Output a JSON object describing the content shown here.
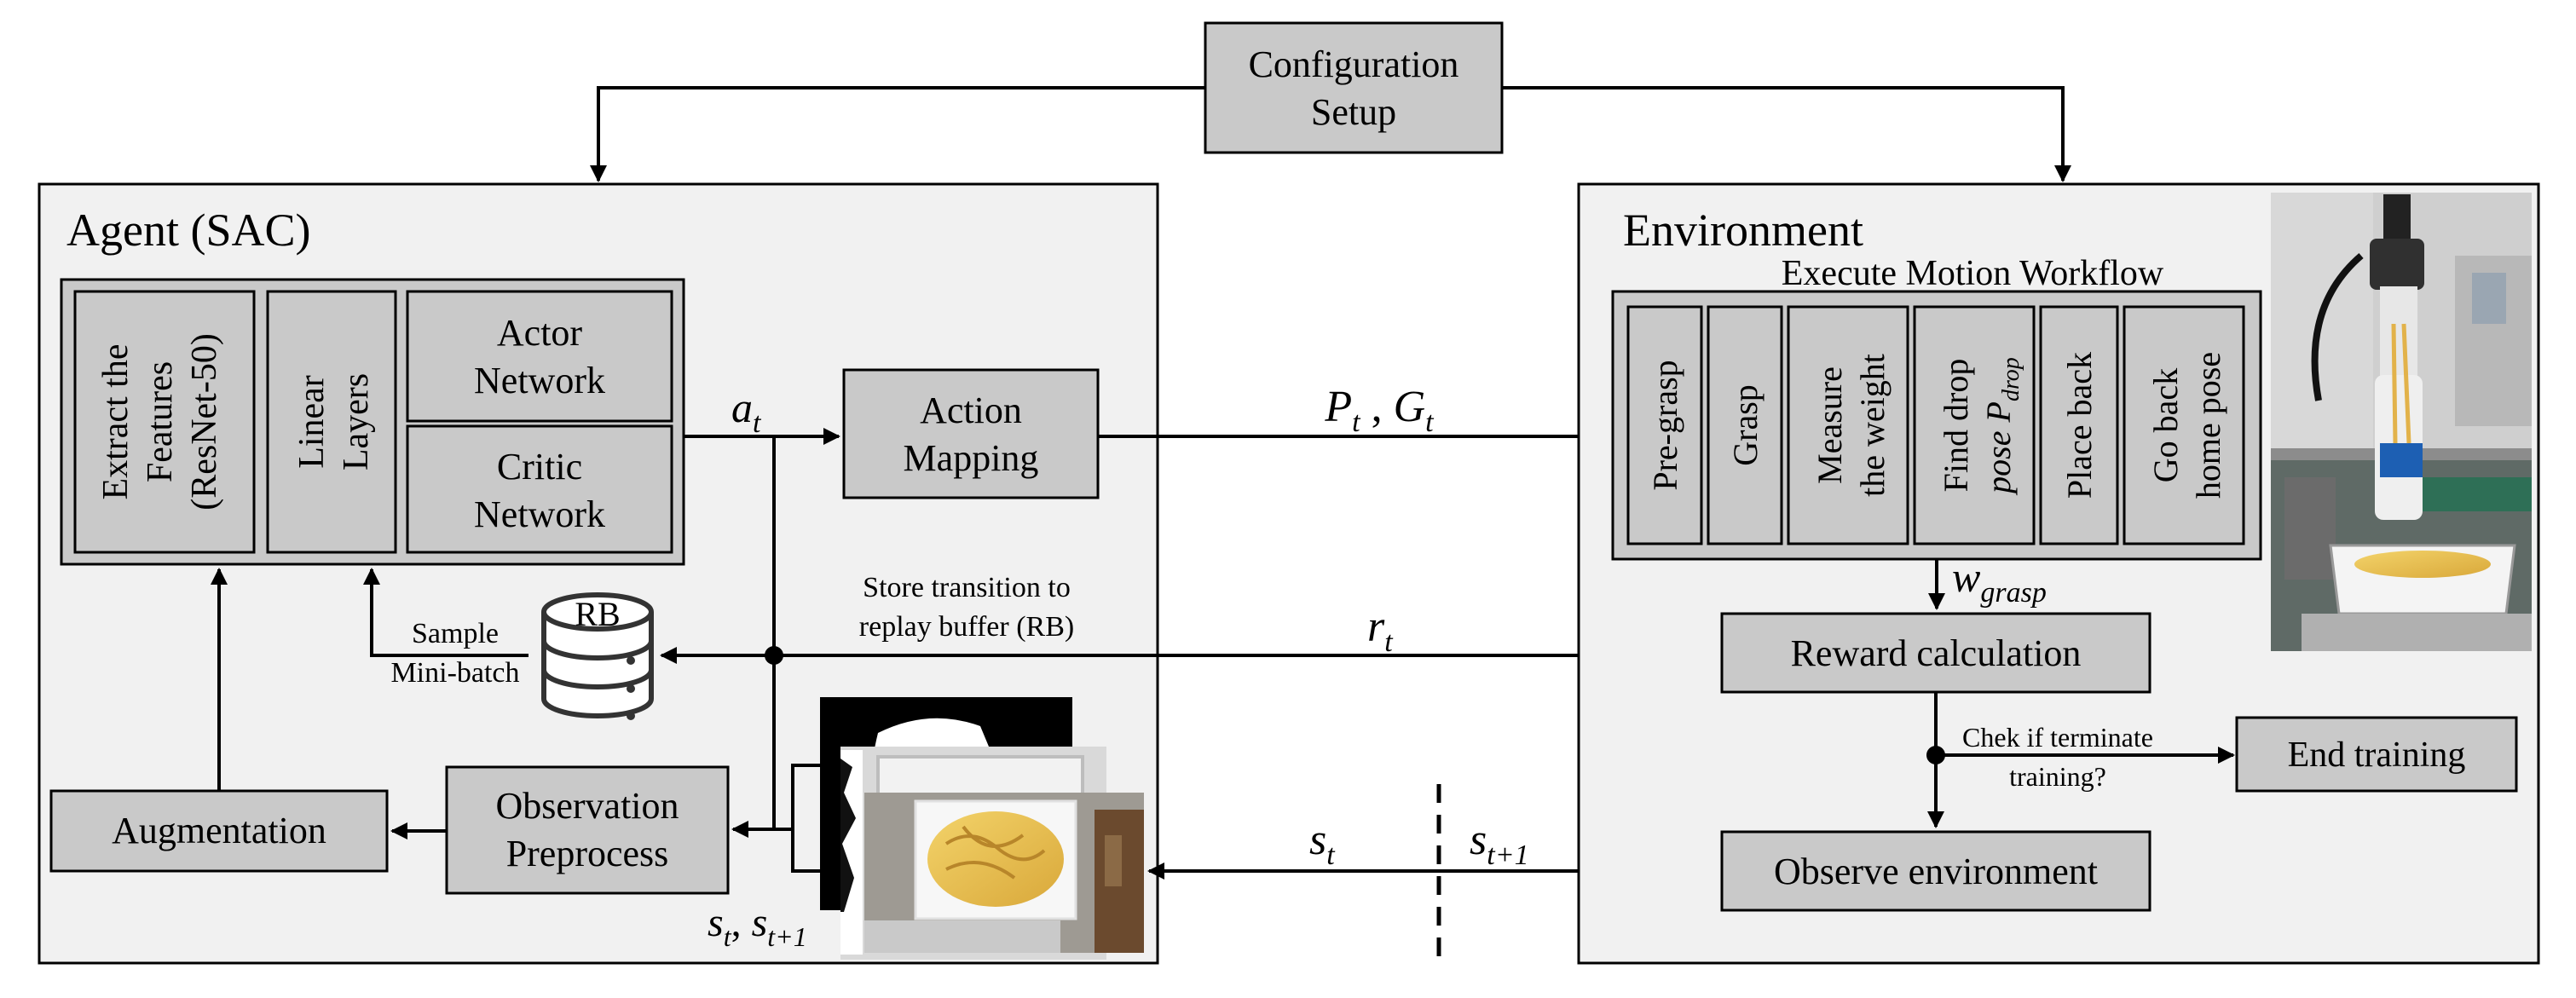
{
  "config": {
    "line1": "Configuration",
    "line2": "Setup"
  },
  "agent": {
    "title": "Agent (SAC)",
    "features": {
      "line1": "Extract the",
      "line2": "Features",
      "line3": "(ResNet-50)"
    },
    "linear": {
      "line1": "Linear",
      "line2": "Layers"
    },
    "actor": {
      "line1": "Actor",
      "line2": "Network"
    },
    "critic": {
      "line1": "Critic",
      "line2": "Network"
    },
    "action_mapping": {
      "line1": "Action",
      "line2": "Mapping"
    },
    "rb_label": "RB",
    "sample": {
      "line1": "Sample",
      "line2": "Mini-batch"
    },
    "store": {
      "line1": "Store transition to",
      "line2": "replay buffer (RB)"
    },
    "augmentation": "Augmentation",
    "obs_pre": {
      "line1": "Observation",
      "line2": "Preprocess"
    }
  },
  "symbols": {
    "a_base": "a",
    "a_sub": "t",
    "p_base": "P",
    "p_sub": "t",
    "comma": ",",
    "g_base": "G",
    "g_sub": "t",
    "w_base": "w",
    "w_sub": "grasp",
    "r_base": "r",
    "r_sub": "t",
    "s_base": "s",
    "s_sub": "t",
    "s1_base": "s",
    "s1_sub": "t+1",
    "s_pair_base1": "s",
    "s_pair_sub1": "t",
    "s_pair_base2": "s",
    "s_pair_sub2": "t+1"
  },
  "env": {
    "title": "Environment",
    "workflow_title": "Execute Motion Workflow",
    "steps": [
      {
        "line1": "Pre-grasp",
        "line2": ""
      },
      {
        "line1": "Grasp",
        "line2": ""
      },
      {
        "line1": "Measure",
        "line2": "the weight"
      },
      {
        "line1": "Find drop",
        "line2": "pose P"
      },
      {
        "line1": "Place back",
        "line2": ""
      },
      {
        "line1": "Go back",
        "line2": "home pose"
      }
    ],
    "drop_sub": "drop",
    "reward": "Reward calculation",
    "check": {
      "line1": "Chek if terminate",
      "line2": "training?"
    },
    "end": "End training",
    "observe": "Observe environment"
  },
  "colors": {
    "panel": "#f1f1f1",
    "box": "#c9c9c9",
    "line": "#000000"
  }
}
